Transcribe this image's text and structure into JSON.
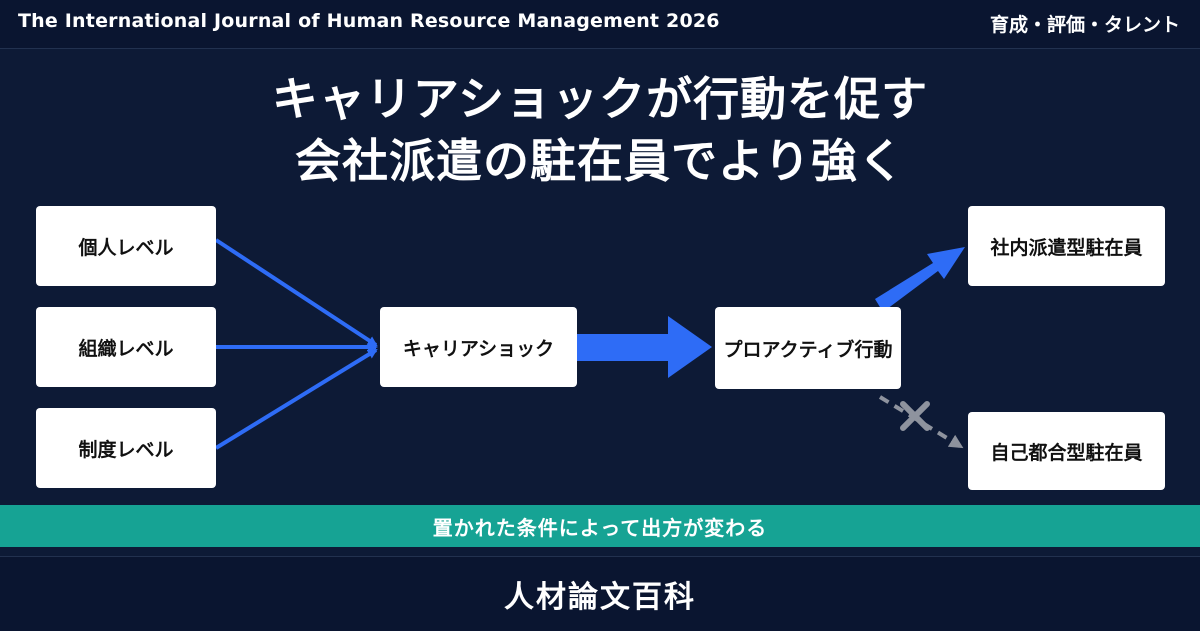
{
  "header": {
    "journal": "The International Journal of Human Resource Management 2026",
    "tags": "育成・評価・タレント"
  },
  "headline": {
    "line1": "キャリアショックが行動を促す",
    "line2": "会社派遣の駐在員でより強く"
  },
  "diagram": {
    "levels": [
      "個人レベル",
      "組織レベル",
      "制度レベル"
    ],
    "center": "キャリアショック",
    "action": "プロアクティブ行動",
    "outcome_strong": "社内派遣型駐在員",
    "outcome_weak": "自己都合型駐在員"
  },
  "colors": {
    "background": "#0d1a36",
    "arrow_blue": "#2e6cf6",
    "arrow_gray": "#8e939e",
    "band_teal": "#16a394"
  },
  "band": {
    "text": "置かれた条件によって出方が変わる"
  },
  "footer": {
    "brand": "人材論文百科"
  }
}
